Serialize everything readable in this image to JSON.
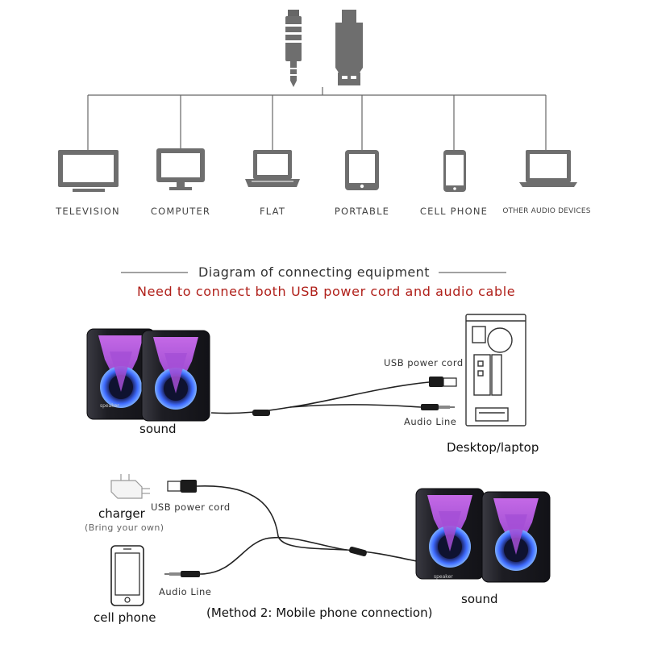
{
  "top": {
    "connectors": [
      "audio-jack",
      "usb-plug"
    ],
    "devices": [
      {
        "name": "tv-icon",
        "label": "TELEVISION"
      },
      {
        "name": "computer-icon",
        "label": "COMPUTER"
      },
      {
        "name": "laptop-icon",
        "label": "FLAT"
      },
      {
        "name": "tablet-icon",
        "label": "PORTABLE"
      },
      {
        "name": "cell-phone-icon",
        "label": "CELL PHONE"
      },
      {
        "name": "laptop-open-icon",
        "label": "OTHER AUDIO DEVICES"
      }
    ]
  },
  "diagram": {
    "title": "Diagram of connecting equipment",
    "subtitle": "Need to connect both USB power cord and audio cable"
  },
  "method1": {
    "speaker_brand": "speaker",
    "speaker_caption": "sound",
    "usb_label": "USB power cord",
    "audio_label": "Audio Line",
    "pc_caption": "Desktop/laptop"
  },
  "method2": {
    "charger_caption": "charger",
    "charger_note": "(Bring your own)",
    "usb_label": "USB power cord",
    "phone_caption": "cell phone",
    "audio_label": "Audio Line",
    "speaker_caption": "sound",
    "speaker_brand": "speaker",
    "method_caption": "(Method 2: Mobile phone connection)"
  },
  "colors": {
    "icon_gray": "#6e6e6e",
    "title_red": "#b0201a",
    "speaker_body": "#1c1c22",
    "speaker_purple": "#b04bd8",
    "speaker_blue": "#3f6cff"
  }
}
